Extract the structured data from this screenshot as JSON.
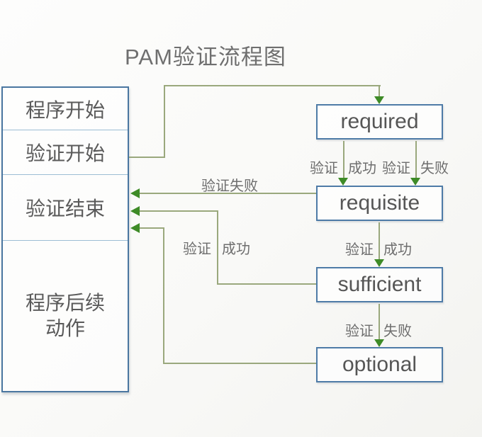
{
  "title": "PAM验证流程图",
  "left_panel": {
    "sections": [
      {
        "label": "程序开始"
      },
      {
        "label": "验证开始"
      },
      {
        "label": "验证结束"
      },
      {
        "label": "程序后续动作"
      }
    ]
  },
  "flow_nodes": [
    {
      "label": "required"
    },
    {
      "label": "requisite"
    },
    {
      "label": "sufficient"
    },
    {
      "label": "optional"
    }
  ],
  "edges": [
    {
      "from": "验证开始",
      "to": "required"
    },
    {
      "from": "required",
      "to": "requisite",
      "label_left": "验证",
      "label_right": "成功"
    },
    {
      "from": "required",
      "to": "requisite",
      "label_left": "验证",
      "label_right": "失败"
    },
    {
      "from": "requisite",
      "to": "验证结束",
      "label": "验证失败"
    },
    {
      "from": "requisite",
      "to": "sufficient",
      "label_left": "验证",
      "label_right": "成功"
    },
    {
      "from": "sufficient",
      "to": "验证结束",
      "label_left": "验证",
      "label_right": "成功"
    },
    {
      "from": "sufficient",
      "to": "optional",
      "label_left": "验证",
      "label_right": "失败"
    },
    {
      "from": "optional",
      "to": "验证结束"
    }
  ],
  "colors": {
    "box_border": "#4e7ba7",
    "left_panel_border": "#4a76a0",
    "section_divider": "#9cbdd4",
    "connector_line": "#9aa87d",
    "arrowhead_green": "#3e8b27",
    "node_text": "#565656",
    "label_text": "#6e6e6e",
    "title_text": "#6f6f6f",
    "background": "#f8f8f6"
  }
}
